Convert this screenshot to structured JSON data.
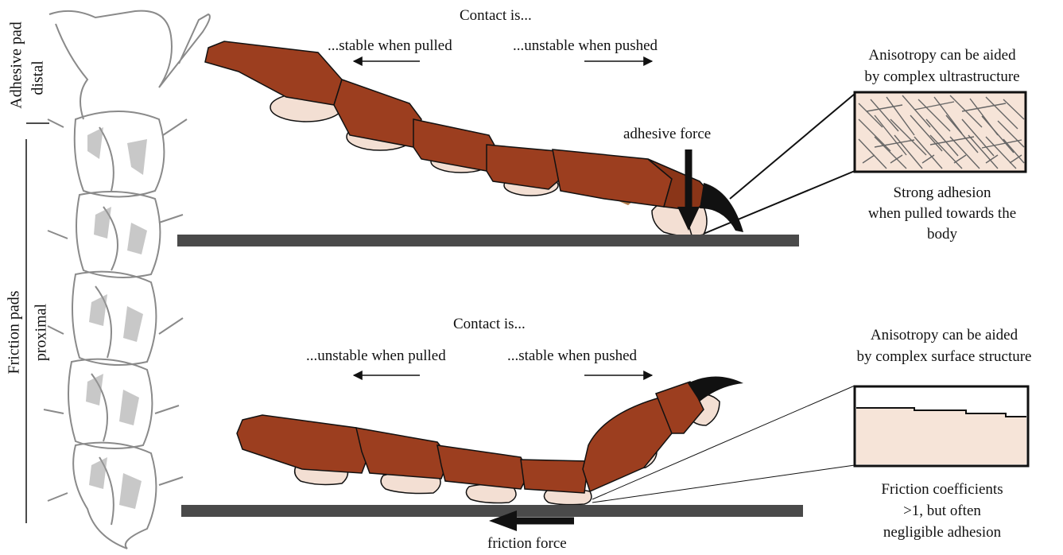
{
  "left_labels": {
    "adhesive_pad": "Adhesive pad",
    "distal": "distal",
    "friction_pads": "Friction pads",
    "proximal": "proximal"
  },
  "top_panel": {
    "contact_heading": "Contact is...",
    "left_arrow_text": "...stable when pulled",
    "right_arrow_text": "...unstable when pushed",
    "force_label": "adhesive force",
    "callout_title_line1": "Anisotropy can be aided",
    "callout_title_line2": "by complex ultrastructure",
    "callout_caption_line1": "Strong adhesion",
    "callout_caption_line2": "when pulled towards the",
    "callout_caption_line3": "body"
  },
  "bottom_panel": {
    "contact_heading": "Contact is...",
    "left_arrow_text": "...unstable when pulled",
    "right_arrow_text": "...stable when pushed",
    "force_label": "friction force",
    "callout_title_line1": "Anisotropy can be aided",
    "callout_title_line2": "by complex surface structure",
    "callout_caption_line1": "Friction coefficients",
    "callout_caption_line2": ">1, but often",
    "callout_caption_line3": "negligible adhesion"
  },
  "colors": {
    "segment": "#9c3e1f",
    "segment_dark": "#7a2e14",
    "pad": "#f3dfd3",
    "pad_shadow": "#b07a4a",
    "claw": "#111111",
    "surface_bar": "#4a4a4a",
    "sketch": "#8a8a8a",
    "callout_fill": "#f6e4d8"
  }
}
